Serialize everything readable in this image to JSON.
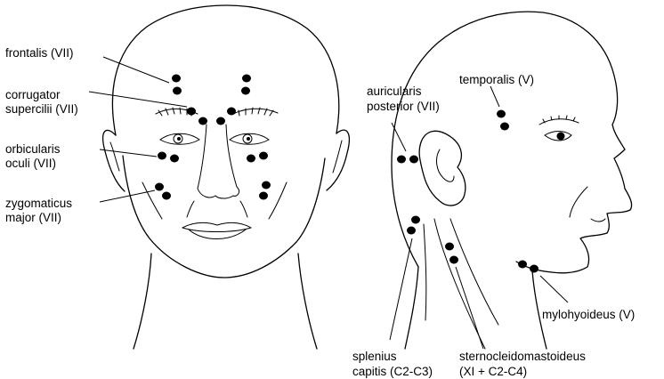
{
  "labels": {
    "frontalis": "frontalis (VII)",
    "corrugator_1": "corrugator",
    "corrugator_2": "supercilii (VII)",
    "orbicularis_1": "orbicularis",
    "orbicularis_2": "oculi (VII)",
    "zygomaticus_1": "zygomaticus",
    "zygomaticus_2": "major (VII)",
    "auricularis_1": "auricularis",
    "auricularis_2": "posterior (VII)",
    "temporalis": "temporalis (V)",
    "mylohyoideus": "mylohyoideus (V)",
    "splenius_1": "splenius",
    "splenius_2": "capitis (C2-C3)",
    "sternocleido_1": "sternocleidomastoideus",
    "sternocleido_2": "(XI + C2-C4)"
  }
}
